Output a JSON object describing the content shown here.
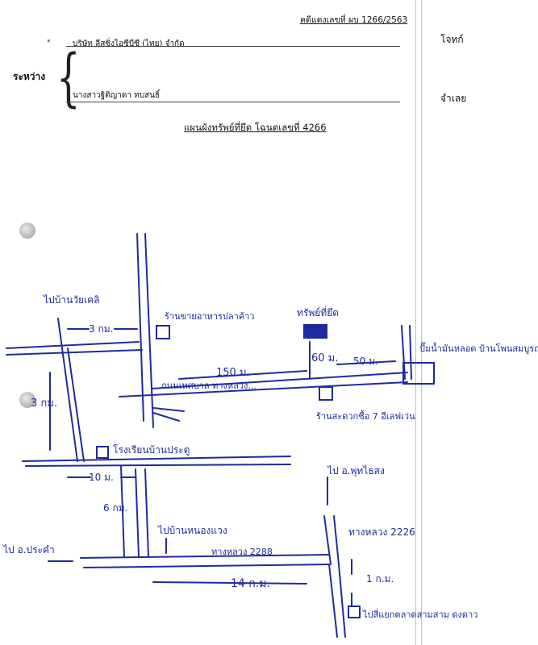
{
  "header": {
    "case_number": "คดีแดงเลขที่ ผบ 1266/2563",
    "party_plaintiff": "บริษัท ลีสซิ่งไอซีบีซี (ไทย) จำกัด",
    "party_defendant": "นางสาวฐิติญาดา ทบสนธิ์",
    "between_label": "ระหว่าง",
    "role_plaintiff": "โจทก์",
    "role_defendant": "จำเลย",
    "star_mark": "*"
  },
  "title": "แผนผังทรัพย์ที่ยึด โฉนดเลขที่ 4266",
  "map": {
    "labels": {
      "to_village": "ไปบ้านวัยเคลิ",
      "crossing_3km": "3 กม.",
      "landmark_shop": "ร้านขายอาหารปลาค้าว",
      "property": "ทรัพย์ที่ยึด",
      "distance_150m": "150 ม.",
      "road_name": "ถนนเทศบาล ทางหลวง...",
      "distance_60m": "60 ม.",
      "distance_50m": "50 ม.",
      "gas_station": "ปั๊มน้ำมันหลอด บ้านโพนสมบูรณ์",
      "seven_eleven": "ร้านสะดวกซื้อ 7 อีเลฟเว่น",
      "left_3km": "3 กม.",
      "school": "โรงเรียนบ้านประตู",
      "distance_10m": "10 ม.",
      "to_prayer": "ไป อ.พุทไธสง",
      "distance_6km": "6 กม.",
      "to_village2": "ไปบ้านหนองแวง",
      "highway_2226": "ทางหลวง 2226",
      "to_prasat": "ไป อ.ประคำ",
      "highway_2288": "ทางหลวง 2288",
      "distance_14km": "14 ก.ม.",
      "distance_1km": "1 ก.ม.",
      "bottom_right": "ไปสี่แยกตลาดสามสาม ดงดาว"
    },
    "ink_color": "#1f2aa0",
    "property_fill": "#1f2aa0"
  }
}
